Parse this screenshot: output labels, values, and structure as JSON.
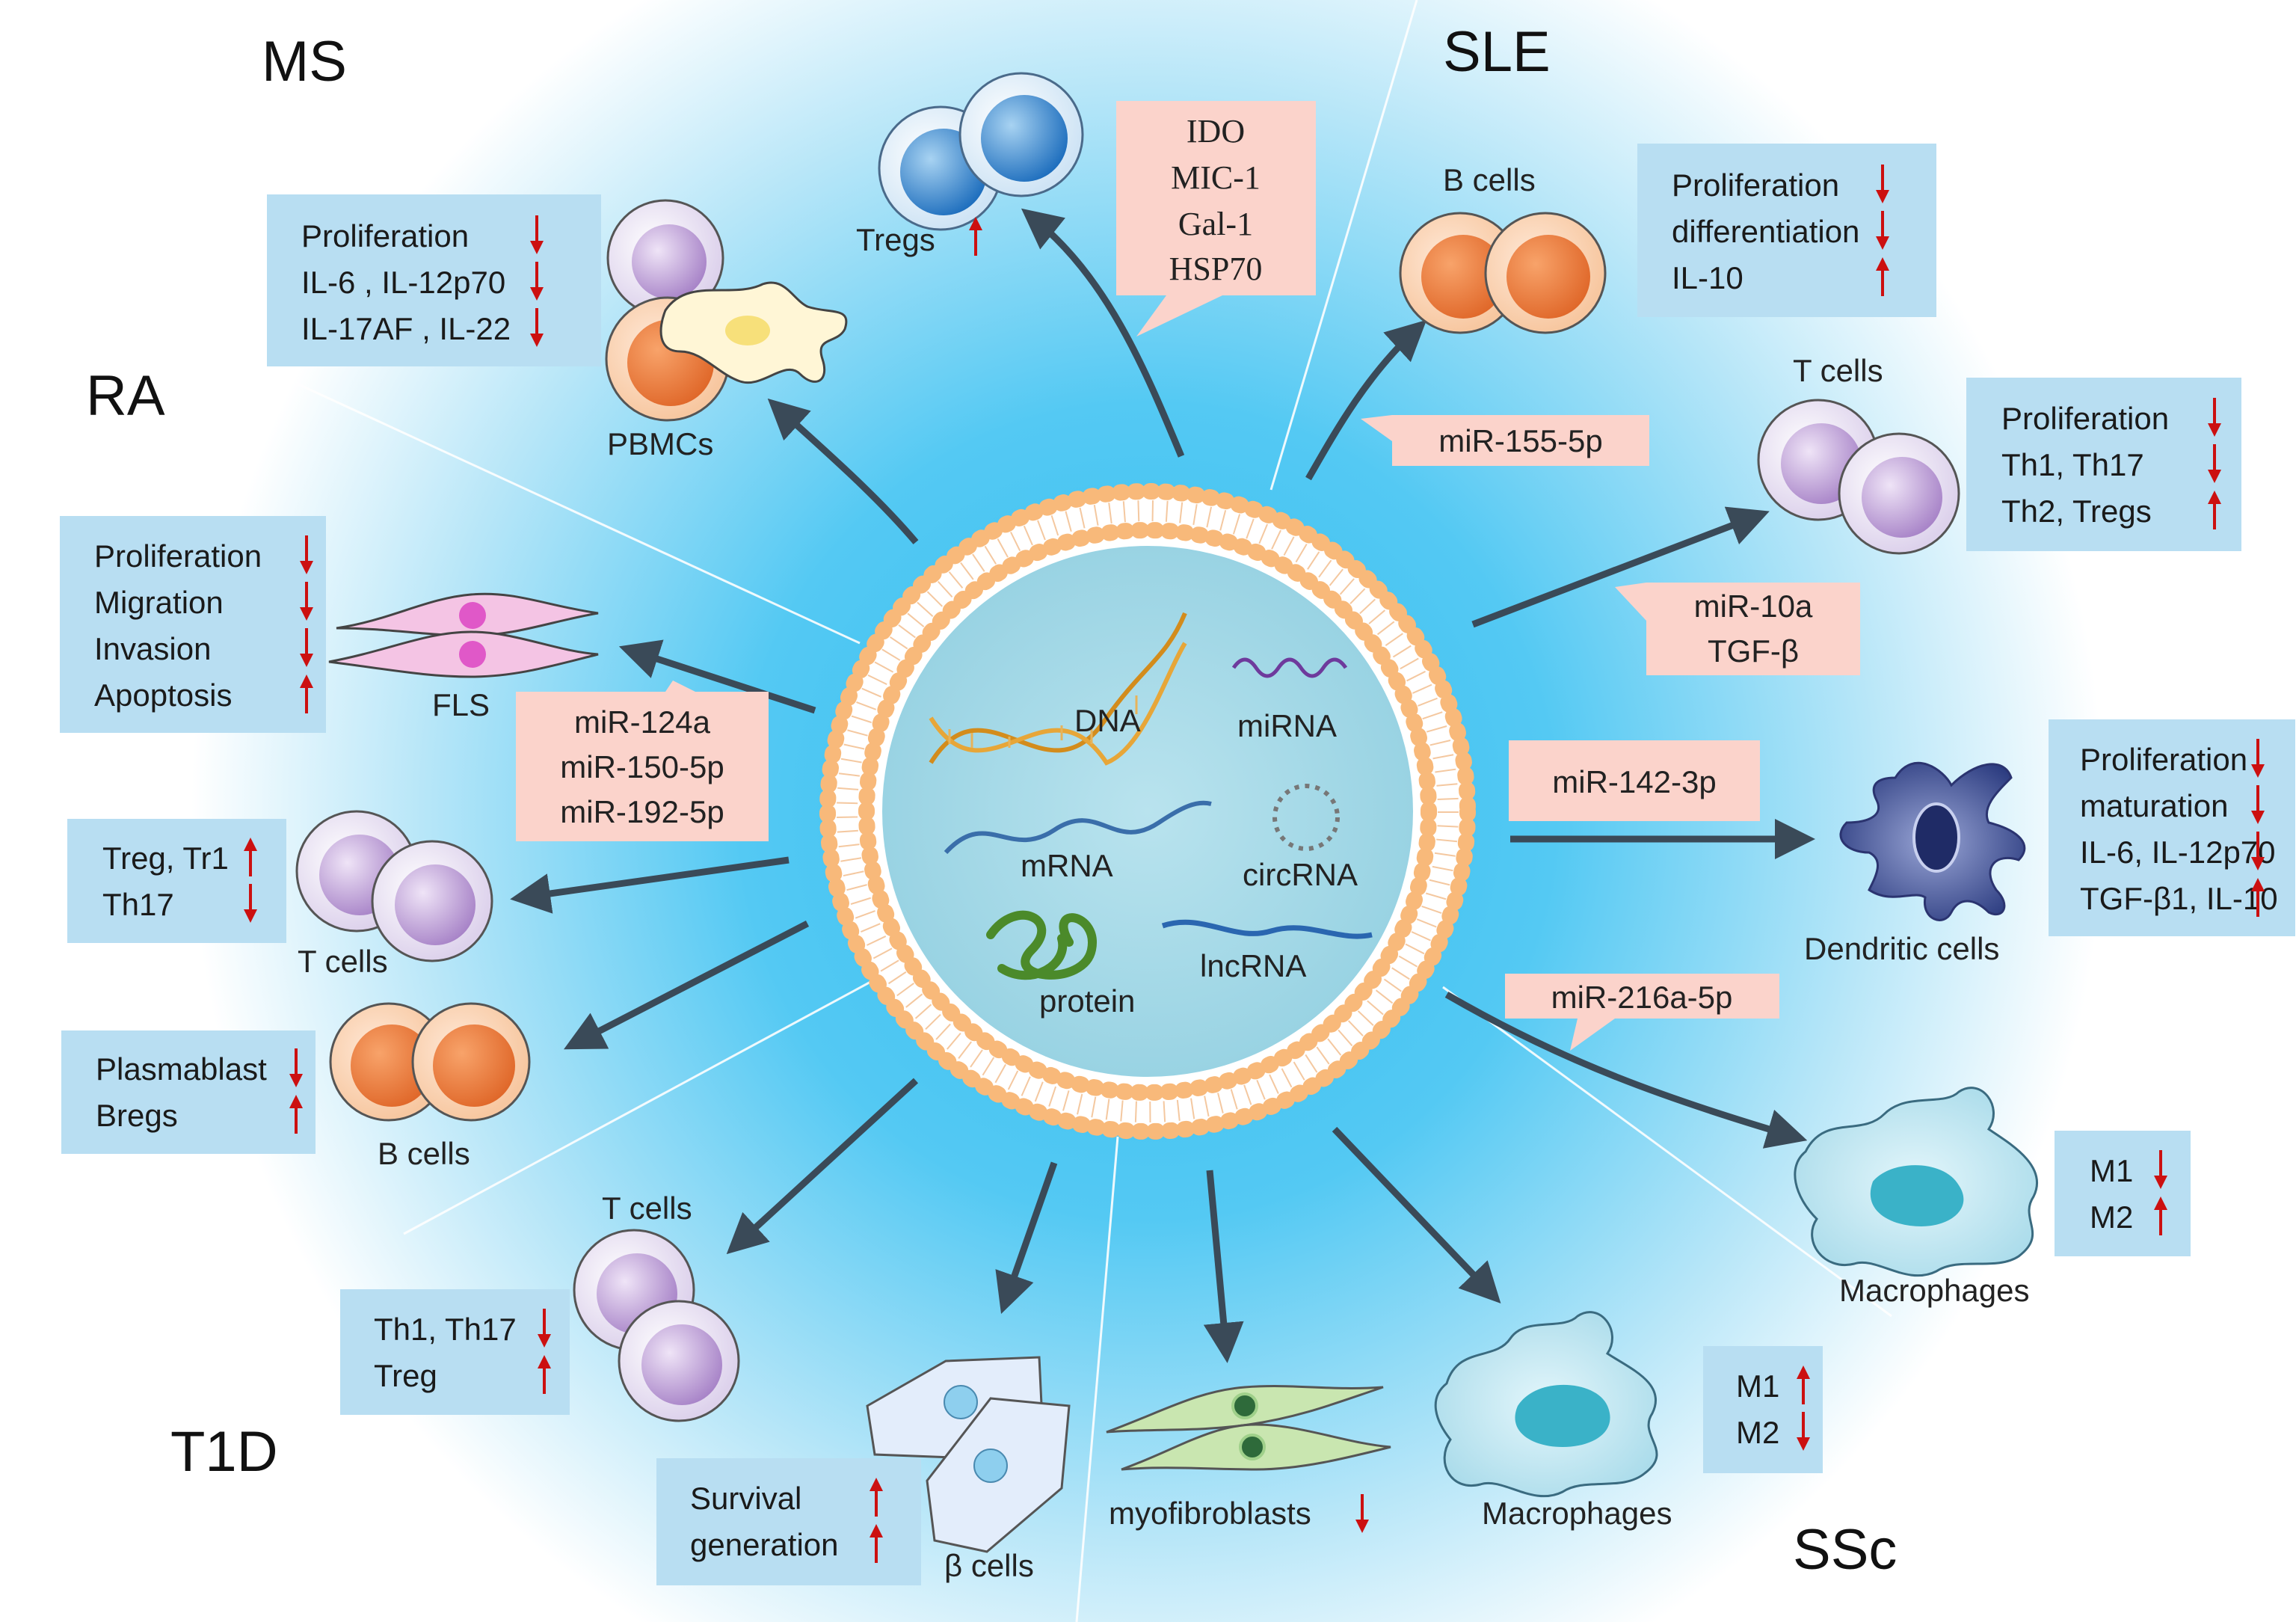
{
  "colors": {
    "background_center": "#3fc3f2",
    "info_box": "#b8def2",
    "callout": "#fbd3cb",
    "arrow": "#3a4a58",
    "indicator": "#cc1010",
    "membrane": "#f8b97a",
    "lumen": "#a9dbe8"
  },
  "diseases": {
    "ms": "MS",
    "sle": "SLE",
    "ra": "RA",
    "t1d": "T1D",
    "ssc": "SSc"
  },
  "vesicle": {
    "cargo": {
      "dna": "DNA",
      "mirna": "miRNA",
      "mrna": "mRNA",
      "circrna": "circRNA",
      "protein": "protein",
      "lncrna": "lncRNA"
    }
  },
  "callouts": {
    "proteins": [
      "IDO",
      "MIC-1",
      "Gal-1",
      "HSP70"
    ],
    "mir155": "miR-155-5p",
    "mir10a": [
      "miR-10a",
      "TGF-β"
    ],
    "mir142": "miR-142-3p",
    "mir216": "miR-216a-5p",
    "ra_mirs": [
      "miR-124a",
      "miR-150-5p",
      "miR-192-5p"
    ]
  },
  "cells": {
    "tregs": "Tregs",
    "pbmcs": "PBMCs",
    "sle_bcells": "B cells",
    "sle_tcells": "T cells",
    "fls": "FLS",
    "ra_tcells": "T cells",
    "ra_bcells": "B cells",
    "dendritic": "Dendritic cells",
    "macrophages_right": "Macrophages",
    "t1d_tcells": "T cells",
    "beta_cells": "β cells",
    "myofibroblasts": "myofibroblasts",
    "macrophages_bottom": "Macrophages"
  },
  "boxes": {
    "pbmc": [
      {
        "text": "Proliferation",
        "dir": "down"
      },
      {
        "text": "IL-6 , IL-12p70",
        "dir": "down"
      },
      {
        "text": "IL-17AF , IL-22",
        "dir": "down"
      }
    ],
    "sle_b": [
      {
        "text": "Proliferation",
        "dir": "down"
      },
      {
        "text": "differentiation",
        "dir": "down"
      },
      {
        "text": "IL-10",
        "dir": "up"
      }
    ],
    "sle_t": [
      {
        "text": "Proliferation",
        "dir": "down"
      },
      {
        "text": "Th1, Th17",
        "dir": "down"
      },
      {
        "text": "Th2, Tregs",
        "dir": "up"
      }
    ],
    "fls": [
      {
        "text": "Proliferation",
        "dir": "down"
      },
      {
        "text": "Migration",
        "dir": "down"
      },
      {
        "text": "Invasion",
        "dir": "down"
      },
      {
        "text": "Apoptosis",
        "dir": "up"
      }
    ],
    "dendritic": [
      {
        "text": "Proliferation",
        "dir": "down"
      },
      {
        "text": "maturation",
        "dir": "down"
      },
      {
        "text": "IL-6, IL-12p70",
        "dir": "down"
      },
      {
        "text": "TGF-β1, IL-10",
        "dir": "up"
      }
    ],
    "ra_t": [
      {
        "text": "Treg, Tr1",
        "dir": "up"
      },
      {
        "text": "Th17",
        "dir": "down"
      }
    ],
    "ra_b": [
      {
        "text": "Plasmablast",
        "dir": "down"
      },
      {
        "text": "Bregs",
        "dir": "up"
      }
    ],
    "mac_right": [
      {
        "text": "M1",
        "dir": "down"
      },
      {
        "text": "M2",
        "dir": "up"
      }
    ],
    "t1d_t": [
      {
        "text": "Th1, Th17",
        "dir": "down"
      },
      {
        "text": "Treg",
        "dir": "up"
      }
    ],
    "beta": [
      {
        "text": "Survival",
        "dir": "up"
      },
      {
        "text": "generation",
        "dir": "up"
      }
    ],
    "mac_bottom": [
      {
        "text": "M1",
        "dir": "up"
      },
      {
        "text": "M2",
        "dir": "down"
      }
    ]
  },
  "indicators": {
    "tregs": "up",
    "myofibroblasts": "down"
  }
}
